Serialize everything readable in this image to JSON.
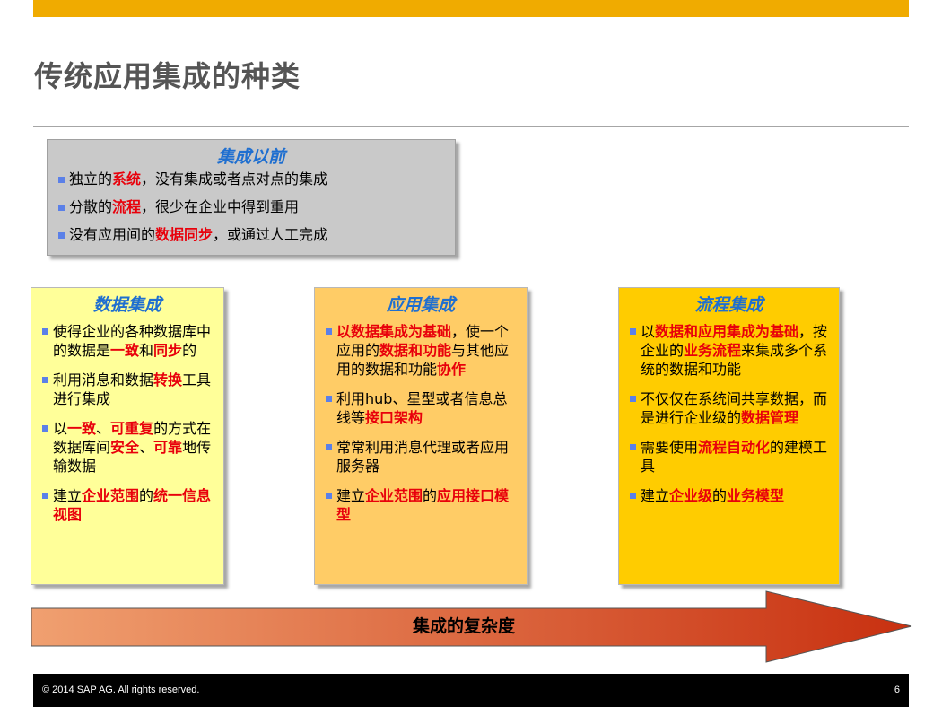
{
  "slide": {
    "title": "传统应用集成的种类",
    "colors": {
      "accent_bar": "#f0ab00",
      "heading_blue": "#1f6fd0",
      "highlight_red": "#e8000b",
      "bullet_blue": "#5b80e8"
    }
  },
  "before_box": {
    "heading": "集成以前",
    "bullets": [
      {
        "pre": "独立的",
        "hl": "系统",
        "post": "，没有集成或者点对点的集成"
      },
      {
        "pre": "分散的",
        "hl": "流程",
        "post": "，很少在企业中得到重用"
      },
      {
        "pre": "没有应用间的",
        "hl": "数据同步",
        "post": "，或通过人工完成"
      }
    ]
  },
  "data_integration": {
    "heading": "数据集成",
    "b1": {
      "t1": "使得企业的各种数据库中的数据是",
      "h1": "一致",
      "t2": "和",
      "h2": "同步",
      "t3": "的"
    },
    "b2": {
      "t1": "利用消息和数据",
      "h1": "转换",
      "t2": "工具进行集成"
    },
    "b3": {
      "t1": "以",
      "h1": "一致",
      "t2": "、",
      "h2": "可重复",
      "t3": "的方式在数据库间",
      "h3": "安全",
      "t4": "、",
      "h4": "可靠",
      "t5": "地传输数据"
    },
    "b4": {
      "t1": "建立",
      "h1": "企业范围",
      "t2": "的",
      "h2": "统一信息视图"
    }
  },
  "app_integration": {
    "heading": "应用集成",
    "b1": {
      "h1": "以数据集成为基础",
      "t1": "，使一个应用的",
      "h2": "数据和功能",
      "t2": "与其他应用的数据和功能",
      "h3": "协作"
    },
    "b2": {
      "t1": "利用hub、星型或者信息总线等",
      "h1": "接口架构"
    },
    "b3": {
      "t1": "常常利用消息代理或者应用服务器"
    },
    "b4": {
      "t1": "建立",
      "h1": "企业范围",
      "t2": "的",
      "h2": "应用接口模型"
    }
  },
  "process_integration": {
    "heading": "流程集成",
    "b1": {
      "t1": "以",
      "h1": "数据和应用集成为基础",
      "t2": "，按企业的",
      "h2": "业务流程",
      "t3": "来集成多个系统的数据和功能"
    },
    "b2": {
      "t1": "不仅仅在系统间共享数据，而是进行企业级的",
      "h1": "数据管理"
    },
    "b3": {
      "t1": "需要使用",
      "h1": "流程自动化",
      "t2": "的建模工具"
    },
    "b4": {
      "t1": "建立",
      "h1": "企业级",
      "t2": "的",
      "h2": "业务模型"
    }
  },
  "arrow": {
    "label": "集成的复杂度",
    "color_start": "#f0a070",
    "color_end": "#c83010"
  },
  "footer": {
    "copyright": "© 2014 SAP AG. All rights reserved.",
    "page_number": "6"
  }
}
